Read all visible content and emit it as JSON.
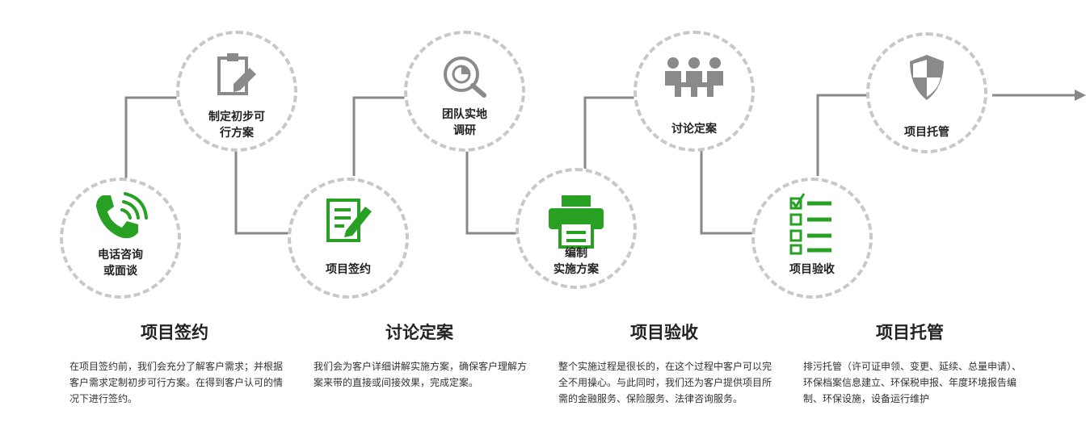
{
  "colors": {
    "accent_green": "#28a024",
    "icon_gray": "#8a8a8a",
    "line_gray": "#888888",
    "dash_gray": "#c8c8c8"
  },
  "steps": [
    {
      "label": "电话咨询\n或面谈",
      "icon": "phone-icon",
      "color": "green"
    },
    {
      "label": "制定初步可\n行方案",
      "icon": "clipboard-pen-icon",
      "color": "gray"
    },
    {
      "label": "项目签约",
      "icon": "document-sign-icon",
      "color": "green"
    },
    {
      "label": "团队实地\n调研",
      "icon": "magnifier-chart-icon",
      "color": "gray"
    },
    {
      "label": "编制\n实施方案",
      "icon": "printer-icon",
      "color": "green"
    },
    {
      "label": "讨论定案",
      "icon": "meeting-icon",
      "color": "gray"
    },
    {
      "label": "项目验收",
      "icon": "checklist-icon",
      "color": "green"
    },
    {
      "label": "项目托管",
      "icon": "shield-icon",
      "color": "gray"
    }
  ],
  "columns": [
    {
      "title": "项目签约",
      "desc": "在项目签约前，我们会充分了解客户需求；并根据客户需求定制初步可行方案。在得到客户认可的情况下进行签约。"
    },
    {
      "title": "讨论定案",
      "desc": "我们会为客户详细讲解实施方案，确保客户理解方案来带的直接或间接效果，完成定案。"
    },
    {
      "title": "项目验收",
      "desc": "整个实施过程是很长的，在这个过程中客户可以完全不用操心。与此同时，我们还为客户提供项目所需的金融服务、保险服务、法律咨询服务。"
    },
    {
      "title": "项目托管",
      "desc": "排污托管（许可证申领、变更、延续、总量申请）、环保档案信息建立、环保税申报、年度环境报告编制、环保设施，设备运行维护"
    }
  ]
}
